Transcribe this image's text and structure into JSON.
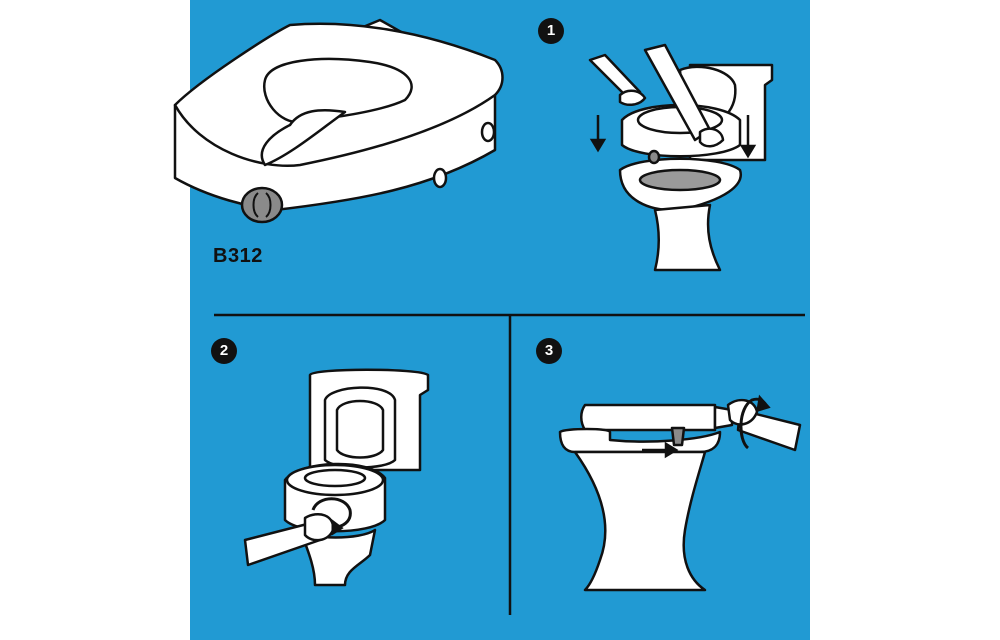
{
  "model_code": "B312",
  "steps": [
    {
      "number": "1"
    },
    {
      "number": "2"
    },
    {
      "number": "3"
    }
  ],
  "colors": {
    "panel_background": "#219ad3",
    "outline": "#111111",
    "fill": "#ffffff",
    "knob": "#8a8a8a"
  },
  "icons": [
    "raised-seat-illustration",
    "knob-icon",
    "down-arrow-icon",
    "rotate-arrow-icon",
    "right-arrow-icon",
    "hand-icon"
  ]
}
